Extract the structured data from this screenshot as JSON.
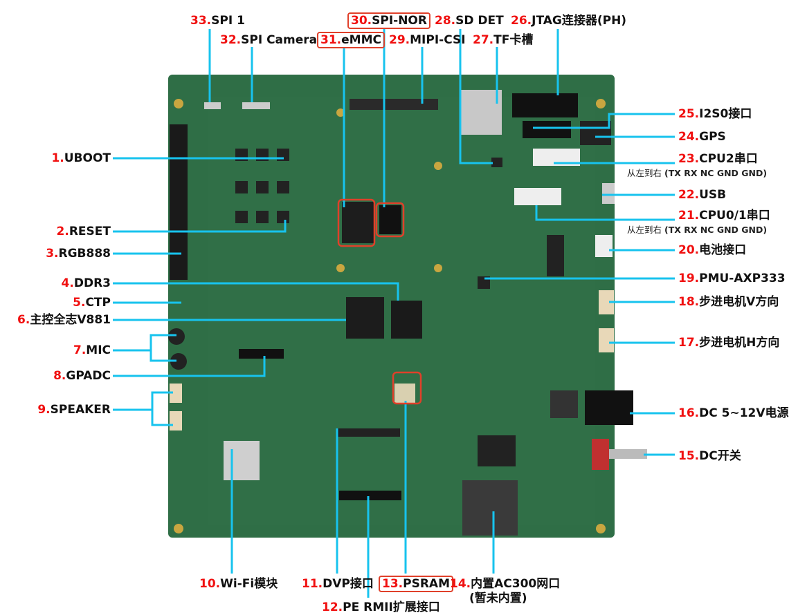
{
  "colors": {
    "board": "#2f6e46",
    "line": "#17c3ee",
    "number": "#f01010",
    "box": "#e0402a"
  },
  "top": [
    {
      "num": "33.",
      "text": "SPI 1"
    },
    {
      "num": "32.",
      "text": "SPI Camera"
    },
    {
      "num": "31.",
      "text": "eMMC"
    },
    {
      "num": "30.",
      "text": "SPI-NOR"
    },
    {
      "num": "29.",
      "text": "MIPI-CSI"
    },
    {
      "num": "28.",
      "text": "SD DET"
    },
    {
      "num": "27.",
      "text": "TF卡槽"
    },
    {
      "num": "26.",
      "text": "JTAG连接器(PH)"
    }
  ],
  "left": [
    {
      "num": "1.",
      "text": "UBOOT"
    },
    {
      "num": "2.",
      "text": "RESET"
    },
    {
      "num": "3.",
      "text": "RGB888"
    },
    {
      "num": "4.",
      "text": "DDR3"
    },
    {
      "num": "5.",
      "text": "CTP"
    },
    {
      "num": "6.",
      "text": "主控全志V881"
    },
    {
      "num": "7.",
      "text": "MIC"
    },
    {
      "num": "8.",
      "text": "GPADC"
    },
    {
      "num": "9.",
      "text": "SPEAKER"
    }
  ],
  "right": [
    {
      "num": "25.",
      "text": "I2S0接口"
    },
    {
      "num": "24.",
      "text": "GPS"
    },
    {
      "num": "23.",
      "text": "CPU2串口"
    },
    {
      "num": "22.",
      "text": "USB"
    },
    {
      "num": "21.",
      "text": "CPU0/1串口"
    },
    {
      "num": "20.",
      "text": "电池接口"
    },
    {
      "num": "19.",
      "text": "PMU-AXP333"
    },
    {
      "num": "18.",
      "text": "步进电机V方向"
    },
    {
      "num": "17.",
      "text": "步进电机H方向"
    },
    {
      "num": "16.",
      "text": "DC 5~12V电源"
    },
    {
      "num": "15.",
      "text": "DC开关"
    }
  ],
  "uart_note": {
    "prefix": "从左到右",
    "pins": "(TX RX NC GND GND)"
  },
  "bottom": [
    {
      "num": "10.",
      "text": "Wi-Fi模块"
    },
    {
      "num": "11.",
      "text": "DVP接口"
    },
    {
      "num": "13.",
      "text": "PSRAM"
    },
    {
      "num": "14.",
      "text": "内置AC300网口"
    },
    {
      "num": "12.",
      "text": "PE RMII扩展接口"
    }
  ],
  "ac300_note": "(暂未内置)"
}
